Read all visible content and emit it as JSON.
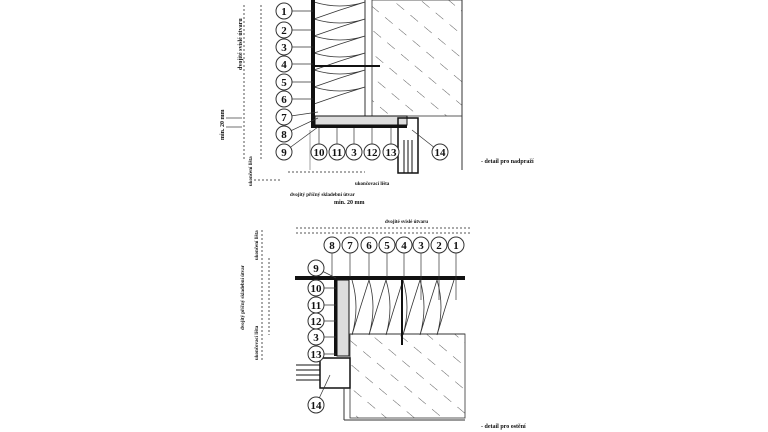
{
  "top_detail": {
    "caption": "- detail pro nadpraží",
    "left_markers": [
      "1",
      "2",
      "3",
      "4",
      "5",
      "6",
      "7",
      "8",
      "9"
    ],
    "bottom_markers": [
      "10",
      "11",
      "3",
      "12",
      "13"
    ],
    "window_marker": "14",
    "dim_vertical": "min. 20 mm",
    "label_vertical_1": "dvojité svislé útvaru",
    "label_vertical_2": "ukončení lišta",
    "label_horizontal_1": "ukončovací lišta",
    "label_horizontal_2": "dvojitý příčný skladební útvar",
    "dim_horizontal": "min. 20 mm"
  },
  "bottom_detail": {
    "caption": "- detail pro ostění",
    "top_markers": [
      "8",
      "7",
      "6",
      "5",
      "4",
      "3",
      "2",
      "1"
    ],
    "left_markers": [
      "9",
      "10",
      "11",
      "12",
      "3",
      "13"
    ],
    "window_marker": "14",
    "label_top": "dvojité svislé útvaru",
    "label_vertical_1": "ukončení lišta",
    "label_vertical_2": "dvojitý příčný skladební útvar",
    "label_vertical_3": "ukončovací lišta"
  }
}
